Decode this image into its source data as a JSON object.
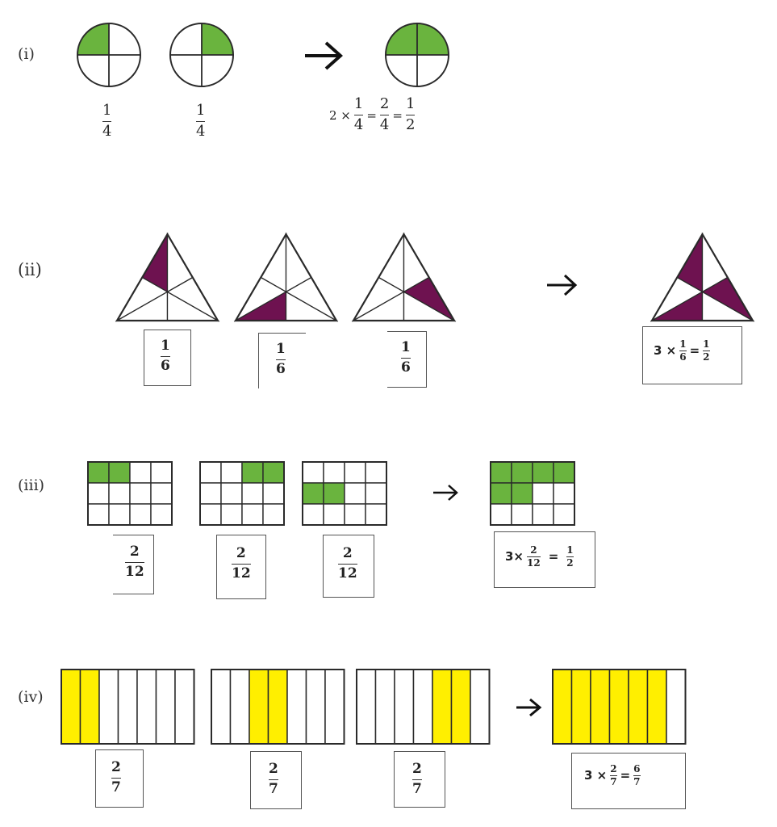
{
  "colors": {
    "green": "#6ab43e",
    "purple": "#6e1250",
    "yellow": "#ffef00",
    "stroke": "#2a2a2a"
  },
  "sections": [
    {
      "label": "(i)",
      "shape": "circle-quarters",
      "items": [
        {
          "shaded": [
            0
          ],
          "fraction": {
            "num": "1",
            "den": "4"
          }
        },
        {
          "shaded": [
            1
          ],
          "fraction": {
            "num": "1",
            "den": "4"
          }
        }
      ],
      "result": {
        "shaded": [
          0,
          1
        ],
        "expr": {
          "multiplier": "2 ×",
          "f1": {
            "num": "1",
            "den": "4"
          },
          "eq1": "=",
          "f2": {
            "num": "2",
            "den": "4"
          },
          "eq2": "=",
          "f3": {
            "num": "1",
            "den": "2"
          }
        }
      }
    },
    {
      "label": "(ii)",
      "shape": "triangle-sixths",
      "items": [
        {
          "shaded": [
            0
          ],
          "fraction": {
            "num": "1",
            "den": "6"
          }
        },
        {
          "shaded": [
            2
          ],
          "fraction": {
            "num": "1",
            "den": "6"
          }
        },
        {
          "shaded": [
            4
          ],
          "fraction": {
            "num": "1",
            "den": "6"
          }
        }
      ],
      "result": {
        "shaded": [
          0,
          2,
          4
        ],
        "expr": {
          "multiplier": "3 ×",
          "f1": {
            "num": "1",
            "den": "6"
          },
          "eq1": "=",
          "f2": {
            "num": "1",
            "den": "2"
          }
        }
      }
    },
    {
      "label": "(iii)",
      "shape": "grid-3x4",
      "items": [
        {
          "shaded": [
            0,
            1
          ],
          "fraction": {
            "num": "2",
            "den": "12"
          }
        },
        {
          "shaded": [
            2,
            3
          ],
          "fraction": {
            "num": "2",
            "den": "12"
          }
        },
        {
          "shaded": [
            4,
            5
          ],
          "fraction": {
            "num": "2",
            "den": "12"
          }
        }
      ],
      "result": {
        "shaded": [
          0,
          1,
          2,
          3,
          4,
          5
        ],
        "expr": {
          "multiplier": "3×",
          "f1": {
            "num": "2",
            "den": "12"
          },
          "eq1": "=",
          "f2": {
            "num": "1",
            "den": "2"
          }
        }
      }
    },
    {
      "label": "(iv)",
      "shape": "strip-sevenths",
      "items": [
        {
          "shaded": [
            0
          ],
          "fraction": {
            "num": "2",
            "den": "7"
          }
        },
        {
          "shaded": [
            2
          ],
          "fraction": {
            "num": "2",
            "den": "7"
          }
        },
        {
          "shaded": [
            4
          ],
          "fraction": {
            "num": "2",
            "den": "7"
          }
        }
      ],
      "result": {
        "shaded": [
          0,
          1,
          2,
          3,
          4,
          5
        ],
        "expr": {
          "multiplier": "3 ×",
          "f1": {
            "num": "2",
            "den": "7"
          },
          "eq1": "=",
          "f2": {
            "num": "6",
            "den": "7"
          }
        }
      }
    }
  ]
}
